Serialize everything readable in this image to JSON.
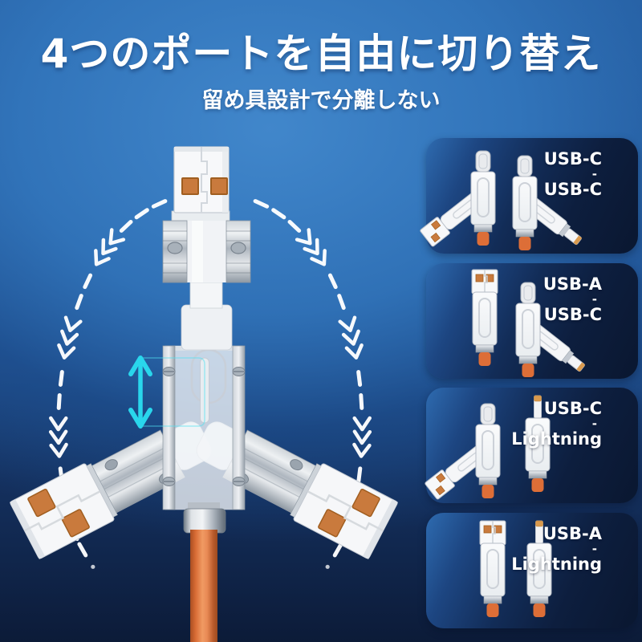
{
  "header": {
    "title": "4つのポートを自由に切り替え",
    "subtitle": "留め具設計で分離しない"
  },
  "combo_panels": [
    {
      "port_top": "USB-C",
      "separator": "-",
      "port_bottom": "USB-C"
    },
    {
      "port_top": "USB-A",
      "separator": "-",
      "port_bottom": "USB-C"
    },
    {
      "port_top": "USB-C",
      "separator": "-",
      "port_bottom": "Lightning"
    },
    {
      "port_top": "USB-A",
      "separator": "-",
      "port_bottom": "Lightning"
    }
  ],
  "colors": {
    "background_top": "#3377be",
    "background_bottom": "#0c1b38",
    "panel_gradient_start": "#2e6bb0",
    "panel_gradient_end": "#0a1730",
    "cable_orange": "#d96c35",
    "connector_pad_orange": "#c97a3d",
    "accent_cyan": "#29d6ec",
    "text_white": "#ffffff"
  },
  "icons": {
    "rotation_arc_left": "dashed-chevron-arc",
    "rotation_arc_right": "dashed-chevron-arc",
    "slide_arrow": "vertical-double-headed-arrow"
  }
}
